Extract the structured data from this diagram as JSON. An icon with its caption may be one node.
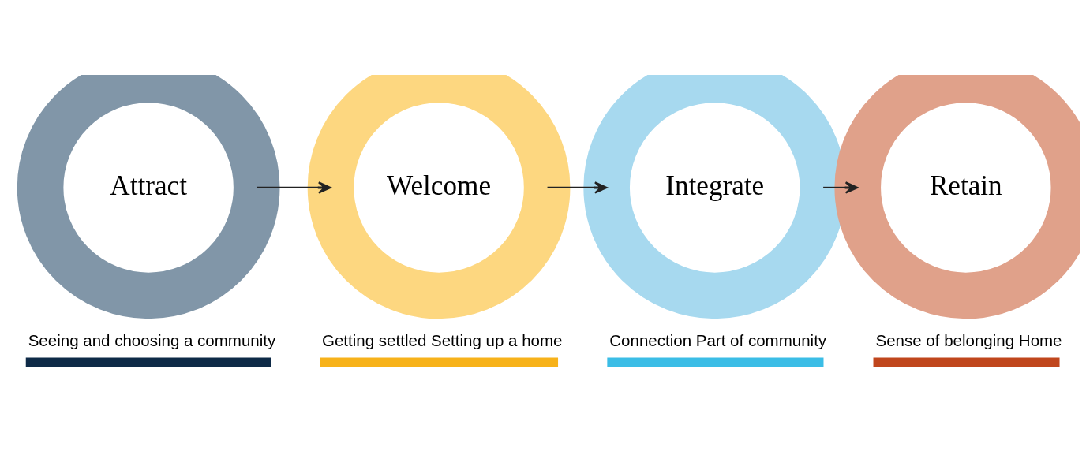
{
  "diagram": {
    "nodes": [
      {
        "text": [
          "Attract"
        ],
        "beside": [
          "Seeing and choosing a community"
        ]
      },
      {
        "text": [
          "Welcome"
        ],
        "beside": [
          "Getting settled Setting up a home"
        ]
      },
      {
        "text": [
          "Integrate"
        ],
        "beside": [
          "Connection Part of community"
        ]
      },
      {
        "text": [
          "Retain"
        ],
        "beside": [
          "Sense of belonging Home"
        ]
      }
    ],
    "edges": [
      {
        "from": 0,
        "to": 1,
        "arrow": "to"
      },
      {
        "from": 1,
        "to": 2,
        "arrow": "to"
      },
      {
        "from": 2,
        "to": 3,
        "arrow": "to"
      }
    ]
  }
}
